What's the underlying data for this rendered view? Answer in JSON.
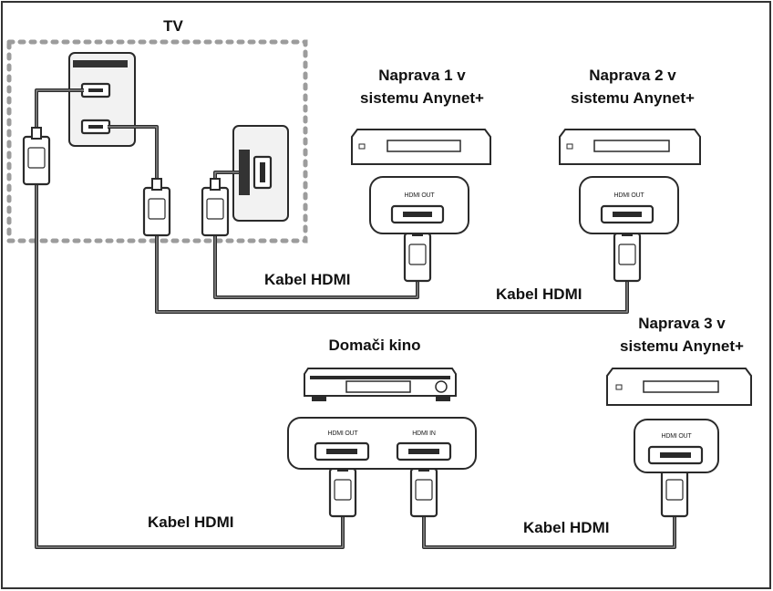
{
  "tv": {
    "label": "TV"
  },
  "devices": [
    {
      "label_line1": "Naprava 1 v",
      "label_line2": "sistemu Anynet+",
      "port_label": "HDMI OUT"
    },
    {
      "label_line1": "Naprava 2 v",
      "label_line2": "sistemu Anynet+",
      "port_label": "HDMI OUT"
    },
    {
      "label_line1": "Naprava 3 v",
      "label_line2": "sistemu Anynet+",
      "port_label": "HDMI OUT"
    }
  ],
  "home_theater": {
    "label": "Domači kino",
    "port_out_label": "HDMI OUT",
    "port_in_label": "HDMI IN"
  },
  "cables": [
    {
      "label": "Kabel HDMI"
    },
    {
      "label": "Kabel HDMI"
    },
    {
      "label": "Kabel HDMI"
    },
    {
      "label": "Kabel HDMI"
    }
  ]
}
